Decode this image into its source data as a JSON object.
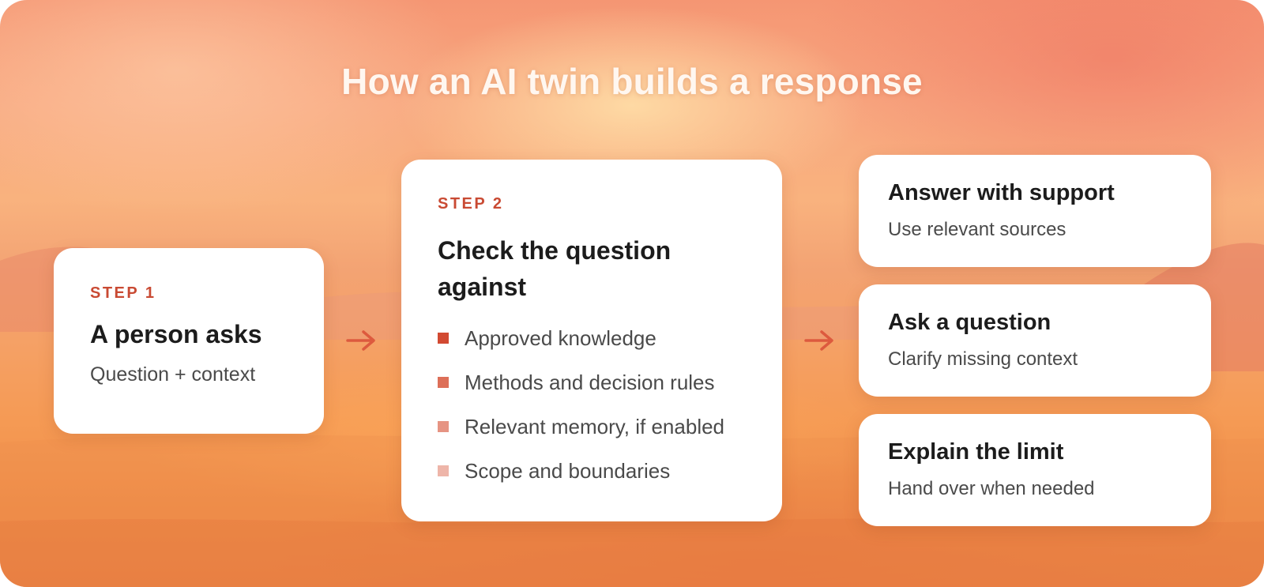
{
  "title": "How an AI twin builds a response",
  "colors": {
    "accent": "#c94a33",
    "arrow": "#dd5a3e",
    "bullets": [
      "#d24a32",
      "#dd6f58",
      "#e69483",
      "#eeb5a9"
    ]
  },
  "step1": {
    "label": "STEP 1",
    "heading": "A person asks",
    "sub": "Question + context"
  },
  "step2": {
    "label": "STEP 2",
    "heading": "Check the question against",
    "items": [
      "Approved knowledge",
      "Methods and decision rules",
      "Relevant memory, if enabled",
      "Scope and boundaries"
    ]
  },
  "outcomes": [
    {
      "heading": "Answer with support",
      "sub": "Use relevant sources"
    },
    {
      "heading": "Ask a question",
      "sub": "Clarify missing context"
    },
    {
      "heading": "Explain the limit",
      "sub": "Hand over when needed"
    }
  ],
  "icons": {
    "flow_arrow_1": "arrow-right-icon",
    "flow_arrow_2": "arrow-right-icon"
  }
}
